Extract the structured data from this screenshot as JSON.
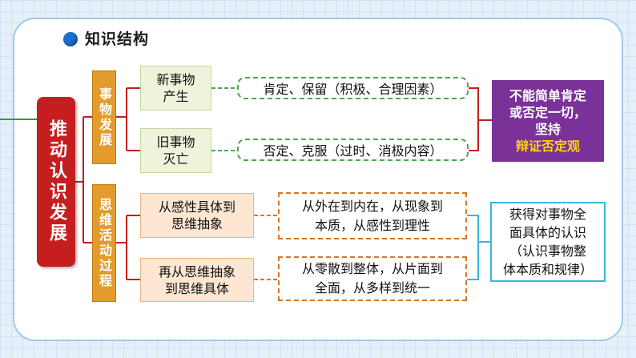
{
  "title": "知识结构",
  "root": "推动认识发展",
  "categories": [
    {
      "label": "事物发展",
      "items": [
        {
          "node": "新事物\n产生",
          "detail": "肯定、保留（积极、合理因素）"
        },
        {
          "node": "旧事物\n灭亡",
          "detail": "否定、克服（过时、消极内容）"
        }
      ],
      "summary": {
        "line1": "不能简单肯定",
        "line2": "或否定一切，",
        "line3": "坚持",
        "highlight": "辩证否定观"
      }
    },
    {
      "label": "思维活动过程",
      "items": [
        {
          "node": "从感性具体到\n思维抽象",
          "detail": "从外在到内在，从现象到\n本质，从感性到理性"
        },
        {
          "node": "再从思维抽象\n到思维具体",
          "detail": "从零散到整体，从片面到\n全面，从多样到统一"
        }
      ],
      "summary": {
        "text": "获得对事物全\n面具体的认识\n（认识事物整\n体本质和规律）"
      }
    }
  ],
  "colors": {
    "root": "#c41e1e",
    "category": "#e39b2e",
    "summary_purple": "#7a3299",
    "highlight": "#ffd400",
    "dashed_green": "#4ca64c",
    "dashed_orange": "#d0782a",
    "summary_cyan_border": "#3bb5d8"
  }
}
